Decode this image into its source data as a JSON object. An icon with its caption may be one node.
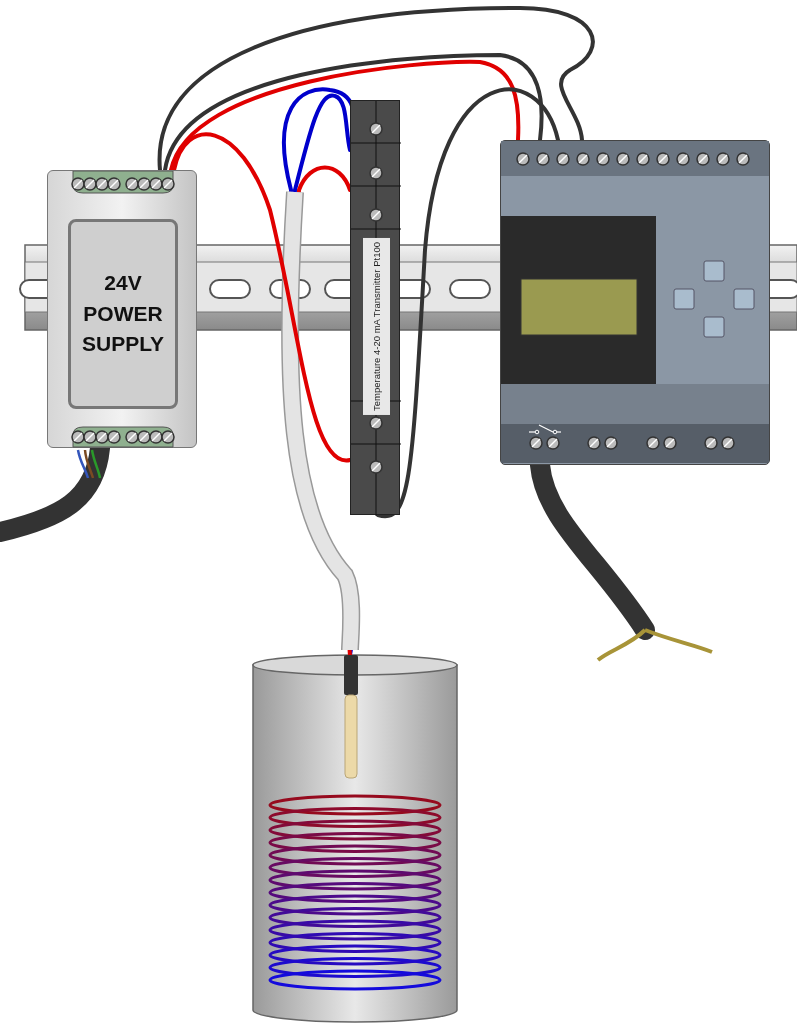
{
  "diagram": {
    "nodes": [
      {
        "text": [
          "24V POWER SUPPLY"
        ]
      },
      {
        "text": [
          "Temperature 4-20 mA Transmitter Pt100"
        ]
      },
      {
        "text": [],
        "shape": "box"
      },
      {
        "text": [],
        "shape": "bar"
      }
    ],
    "edges": [
      {
        "from": 0,
        "to": 2,
        "arrow": "none"
      },
      {
        "from": 0,
        "to": 2,
        "arrow": "none"
      },
      {
        "from": 0,
        "to": 2,
        "arrow": "none",
        "color": "#e00000"
      },
      {
        "from": 0,
        "to": 1,
        "arrow": "none",
        "color": "#e00000"
      },
      {
        "from": 1,
        "to": 2,
        "arrow": "none"
      },
      {
        "from": 3,
        "to": 1,
        "arrow": "none",
        "color": "#0000cc"
      },
      {
        "from": 3,
        "to": 1,
        "arrow": "none",
        "color": "#0000cc"
      },
      {
        "from": 3,
        "to": 1,
        "arrow": "none",
        "color": "#e00000"
      },
      {
        "from": null,
        "to": 0,
        "arrow": "none",
        "style": "thick"
      },
      {
        "from": 2,
        "to": null,
        "arrow": "none",
        "style": "thick"
      }
    ]
  }
}
